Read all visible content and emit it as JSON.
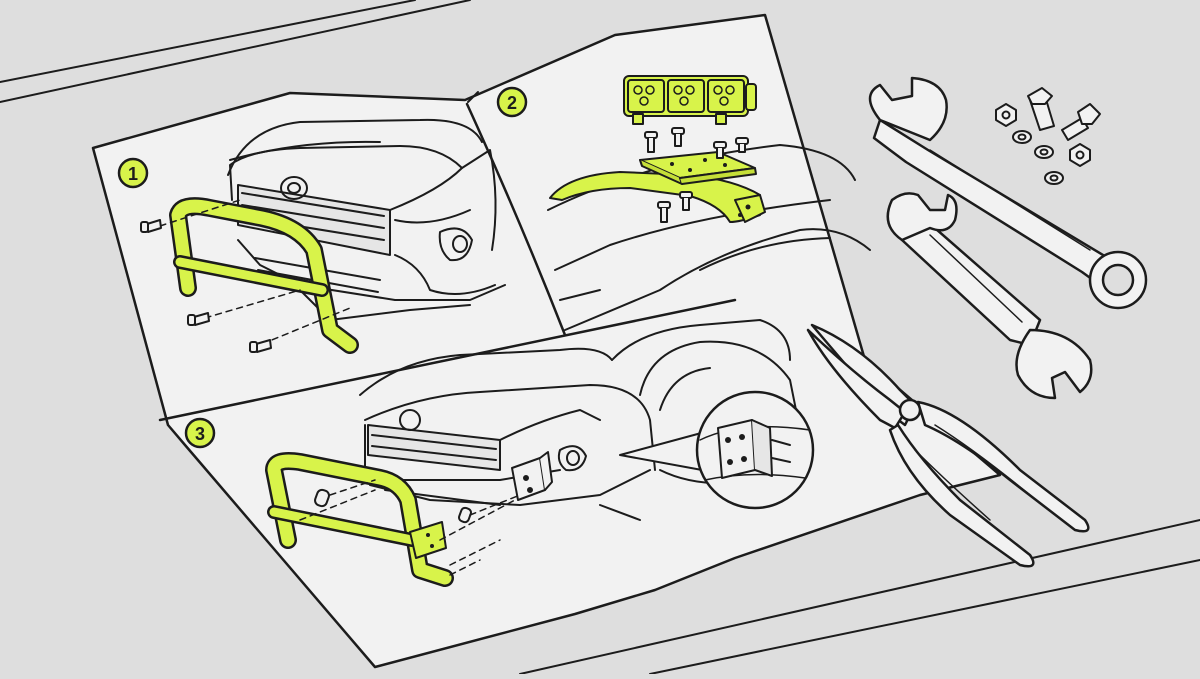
{
  "illustration": {
    "steps": [
      {
        "number": "1",
        "part": "bull-bar"
      },
      {
        "number": "2",
        "part": "roof-light-bar"
      },
      {
        "number": "3",
        "part": "bull-bar-mounting-brackets"
      }
    ],
    "tools": [
      "combination-wrench",
      "open-end-wrench",
      "pliers"
    ],
    "hardware": [
      "bolts",
      "nuts",
      "washers"
    ]
  },
  "colors": {
    "background": "#dedede",
    "paper": "#f2f2f2",
    "line": "#1c1c1c",
    "accent": "#d8f34a",
    "detail": "#8a8a8a"
  }
}
